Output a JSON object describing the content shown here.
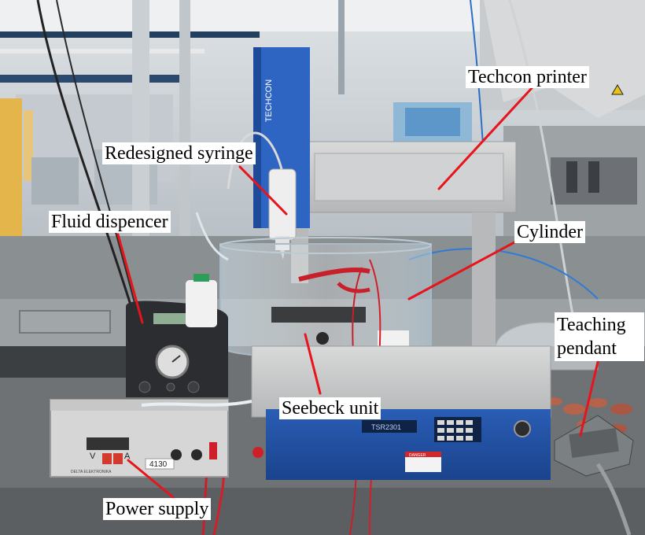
{
  "labels": {
    "techcon_printer": "Techcon printer",
    "redesigned_syringe": "Redesigned syringe",
    "fluid_dispencer": "Fluid dispencer",
    "cylinder": "Cylinder",
    "teaching_pendant": "Teaching pendant",
    "seebeck_unit": "Seebeck unit",
    "power_supply": "Power supply"
  },
  "device_text": {
    "printer_brand": "TECHCON",
    "printer_model": "TSR2301",
    "power_supply_tag": "4130",
    "power_supply_brand": "DELTA ELEKTRONIKA",
    "power_supply_volt_mark": "V",
    "power_supply_amp_mark": "A",
    "warning_sticker": "DANGER"
  },
  "colors": {
    "label_background": "#ffffff",
    "leader_line": "#e8141c",
    "printer_blue": "#1f4fa3",
    "bench_top": "#6e7275"
  }
}
